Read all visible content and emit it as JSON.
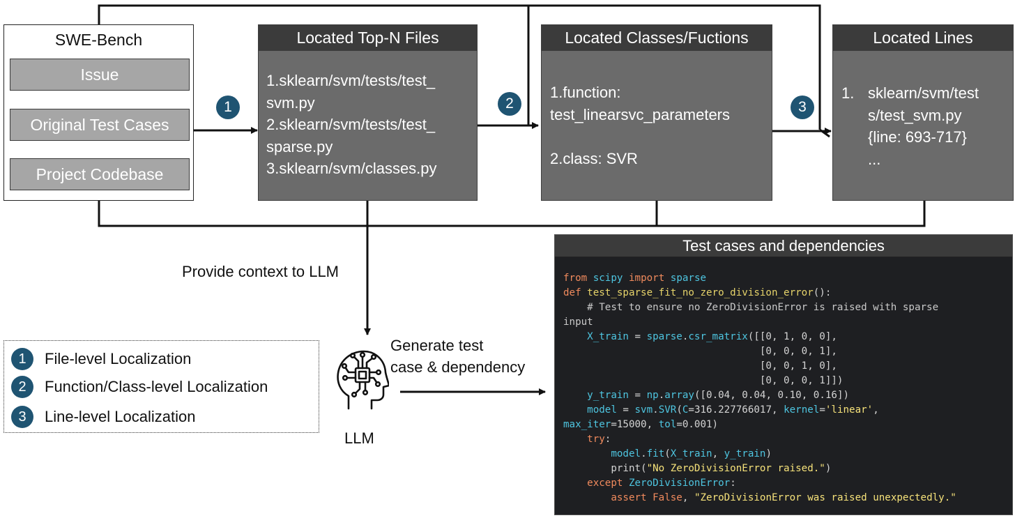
{
  "swe_bench": {
    "title": "SWE-Bench",
    "items": [
      "Issue",
      "Original Test Cases",
      "Project Codebase"
    ]
  },
  "stages": [
    {
      "title": "Located Top-N Files",
      "lines": [
        "1.sklearn/svm/tests/test_",
        "svm.py",
        "2.sklearn/svm/tests/test_",
        "sparse.py",
        "3.sklearn/svm/classes.py"
      ]
    },
    {
      "title": "Located Classes/Fuctions",
      "lines": [
        "1.function:",
        "test_linearsvc_parameters",
        "",
        "2.class: SVR"
      ]
    },
    {
      "title": "Located Lines",
      "num": "1.",
      "lines": [
        "sklearn/svm/test",
        "s/test_svm.py",
        "{line: 693-717}",
        "..."
      ]
    }
  ],
  "steps": [
    "1",
    "2",
    "3"
  ],
  "labels": {
    "provide_context": "Provide context to LLM",
    "generate_1": "Generate test",
    "generate_2": "case & dependency",
    "llm": "LLM"
  },
  "legend": [
    {
      "num": "1",
      "text": "File-level Localization"
    },
    {
      "num": "2",
      "text": "Function/Class-level Localization"
    },
    {
      "num": "3",
      "text": "Line-level Localization"
    }
  ],
  "code_panel": {
    "title": "Test cases and dependencies",
    "lines": [
      "from scipy import sparse",
      "def test_sparse_fit_no_zero_division_error():",
      "    # Test to ensure no ZeroDivisionError is raised with sparse",
      "input",
      "    X_train = sparse.csr_matrix([[0, 1, 0, 0],",
      "                                 [0, 0, 0, 1],",
      "                                 [0, 0, 1, 0],",
      "                                 [0, 0, 0, 1]])",
      "    y_train = np.array([0.04, 0.04, 0.10, 0.16])",
      "    model = svm.SVR(C=316.227766017, kernel='linear',",
      "max_iter=15000, tol=0.001)",
      "    try:",
      "        model.fit(X_train, y_train)",
      "        print(\"No ZeroDivisionError raised.\")",
      "    except ZeroDivisionError:",
      "        assert False, \"ZeroDivisionError was raised unexpectedly.\""
    ]
  },
  "colors": {
    "step_circle": "#1f5472",
    "stage_body": "#6b6b6b",
    "stage_header": "#3b3b3b",
    "swe_item": "#a6a6a6",
    "code_bg": "#1e1f22"
  },
  "icons": {
    "llm": "ai-head-icon"
  }
}
